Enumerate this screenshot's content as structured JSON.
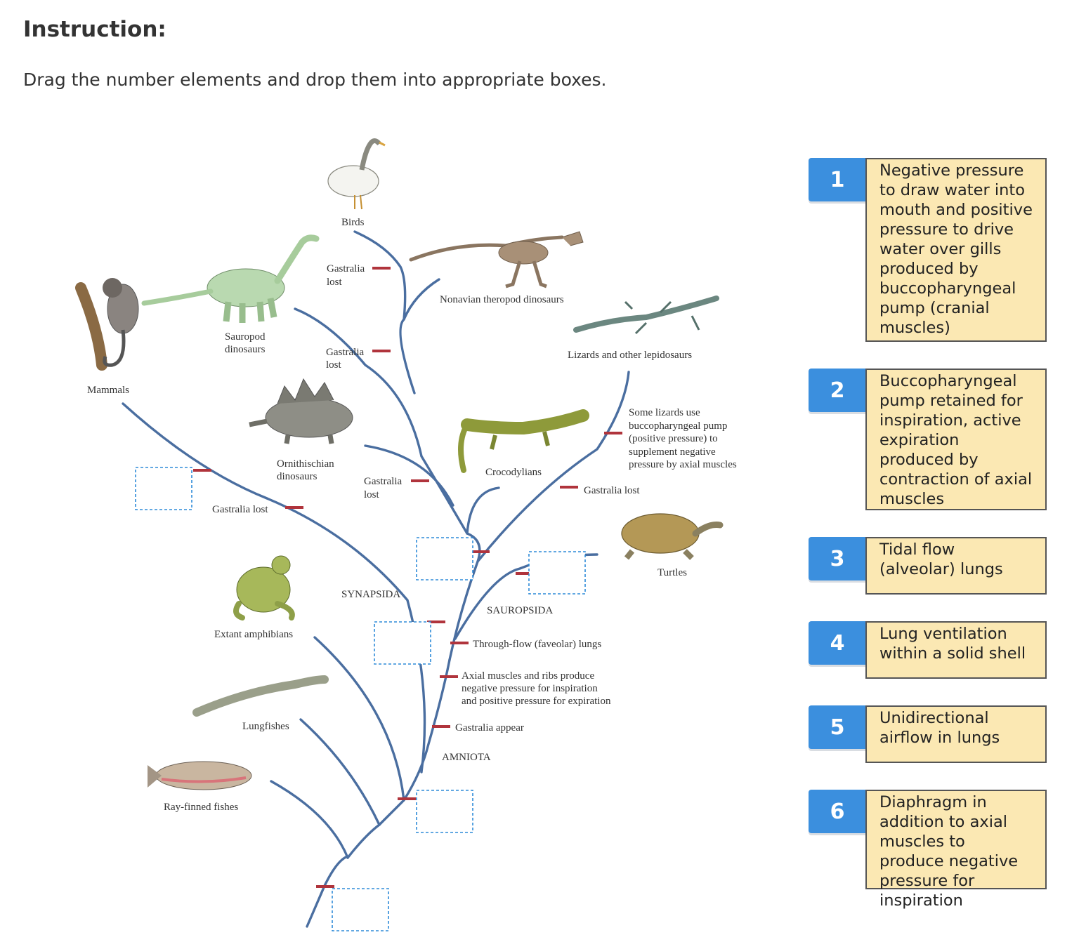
{
  "instruction": {
    "heading": "Instruction:",
    "text": "Drag the number elements and drop them into appropriate boxes."
  },
  "tree": {
    "taxa": {
      "birds": "Birds",
      "nonavian": "Nonavian theropod dinosaurs",
      "sauropod_1": "Sauropod",
      "sauropod_2": "dinosaurs",
      "lizards": "Lizards and other lepidosaurs",
      "mammals": "Mammals",
      "ornith_1": "Ornithischian",
      "ornith_2": "dinosaurs",
      "crocs": "Crocodylians",
      "turtles": "Turtles",
      "amphibians": "Extant amphibians",
      "lungfishes": "Lungfishes",
      "rayfinned": "Ray-finned fishes"
    },
    "clades": {
      "synapsida": "SYNAPSIDA",
      "sauropsida": "SAUROPSIDA",
      "amniota": "AMNIOTA"
    },
    "traits": {
      "gastralia_lost": "Gastralia",
      "lost": "lost",
      "gastralia_lost_full": "Gastralia lost",
      "some_lizards": [
        "Some lizards use",
        "buccopharyngeal pump",
        "(positive pressure) to",
        "supplement negative",
        "pressure by axial muscles"
      ],
      "throughflow": "Through-flow (faveolar) lungs",
      "axial": [
        "Axial muscles and ribs produce",
        "negative pressure for inspiration",
        "and positive pressure for expiration"
      ],
      "gastralia_appear": "Gastralia appear"
    }
  },
  "draggables": [
    {
      "number": "1",
      "text": "Negative pressure to draw water into mouth and positive pressure to drive water over gills produced by buccopharyngeal pump (cranial muscles)"
    },
    {
      "number": "2",
      "text": "Buccopharyngeal pump retained for inspiration, active expiration produced by contraction of axial muscles"
    },
    {
      "number": "3",
      "text": "Tidal flow (alveolar) lungs"
    },
    {
      "number": "4",
      "text": "Lung ventilation within a solid shell"
    },
    {
      "number": "5",
      "text": "Unidirectional airflow in lungs"
    },
    {
      "number": "6",
      "text": "Diaphragm in addition to axial muscles to produce negative pressure for inspiration"
    }
  ],
  "colors": {
    "tile": "#3b8fde",
    "desc_bg": "#fbe8b3",
    "branch": "#4a6ea0",
    "trait_bar": "#b0343c",
    "dropbox_border": "#2e8bd8"
  }
}
